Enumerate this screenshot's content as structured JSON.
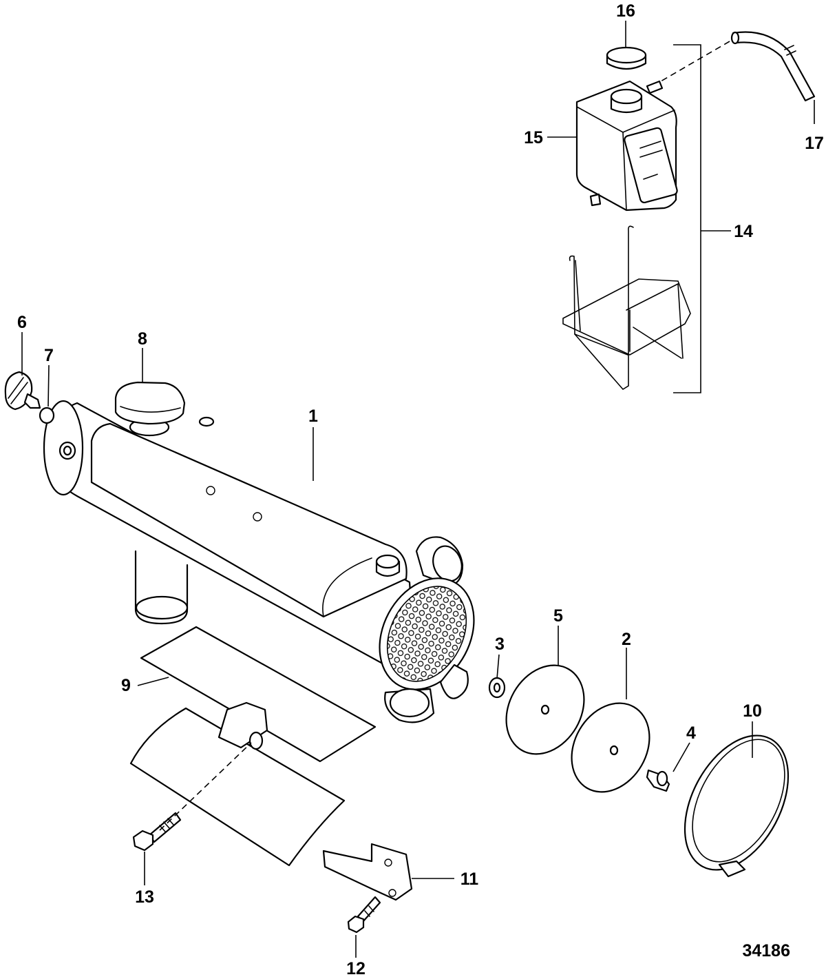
{
  "callouts": {
    "c1": "1",
    "c2": "2",
    "c3": "3",
    "c4": "4",
    "c5": "5",
    "c6": "6",
    "c7": "7",
    "c8": "8",
    "c9": "9",
    "c10": "10",
    "c11": "11",
    "c12": "12",
    "c13": "13",
    "c14": "14",
    "c15": "15",
    "c16": "16",
    "c17": "17"
  },
  "figure_number": "34186",
  "colors": {
    "line": "#000000",
    "background": "#ffffff"
  }
}
